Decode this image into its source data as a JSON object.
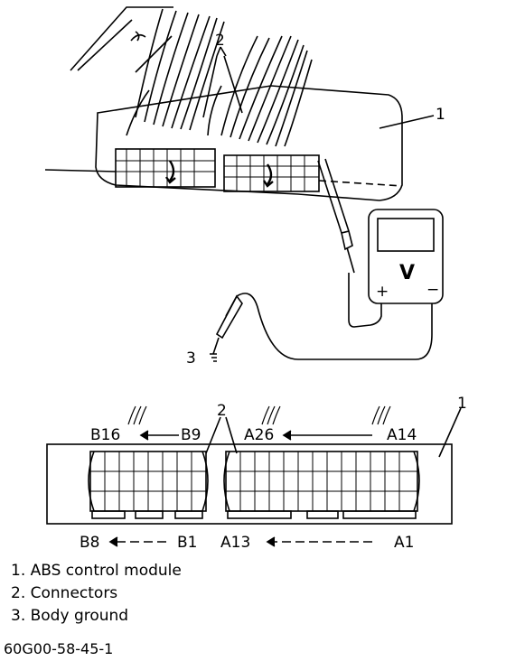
{
  "callouts": {
    "module": "1",
    "connectors": "2",
    "ground": "3"
  },
  "meter": {
    "unit": "V",
    "plus": "+",
    "minus": "−"
  },
  "pins": {
    "b16": "B16",
    "b9": "B9",
    "a26": "A26",
    "a14": "A14",
    "b8": "B8",
    "b1": "B1",
    "a13": "A13",
    "a1": "A1"
  },
  "legend": [
    "1. ABS control module",
    "2. Connectors",
    "3. Body ground"
  ],
  "figure_id": "60G00-58-45-1"
}
